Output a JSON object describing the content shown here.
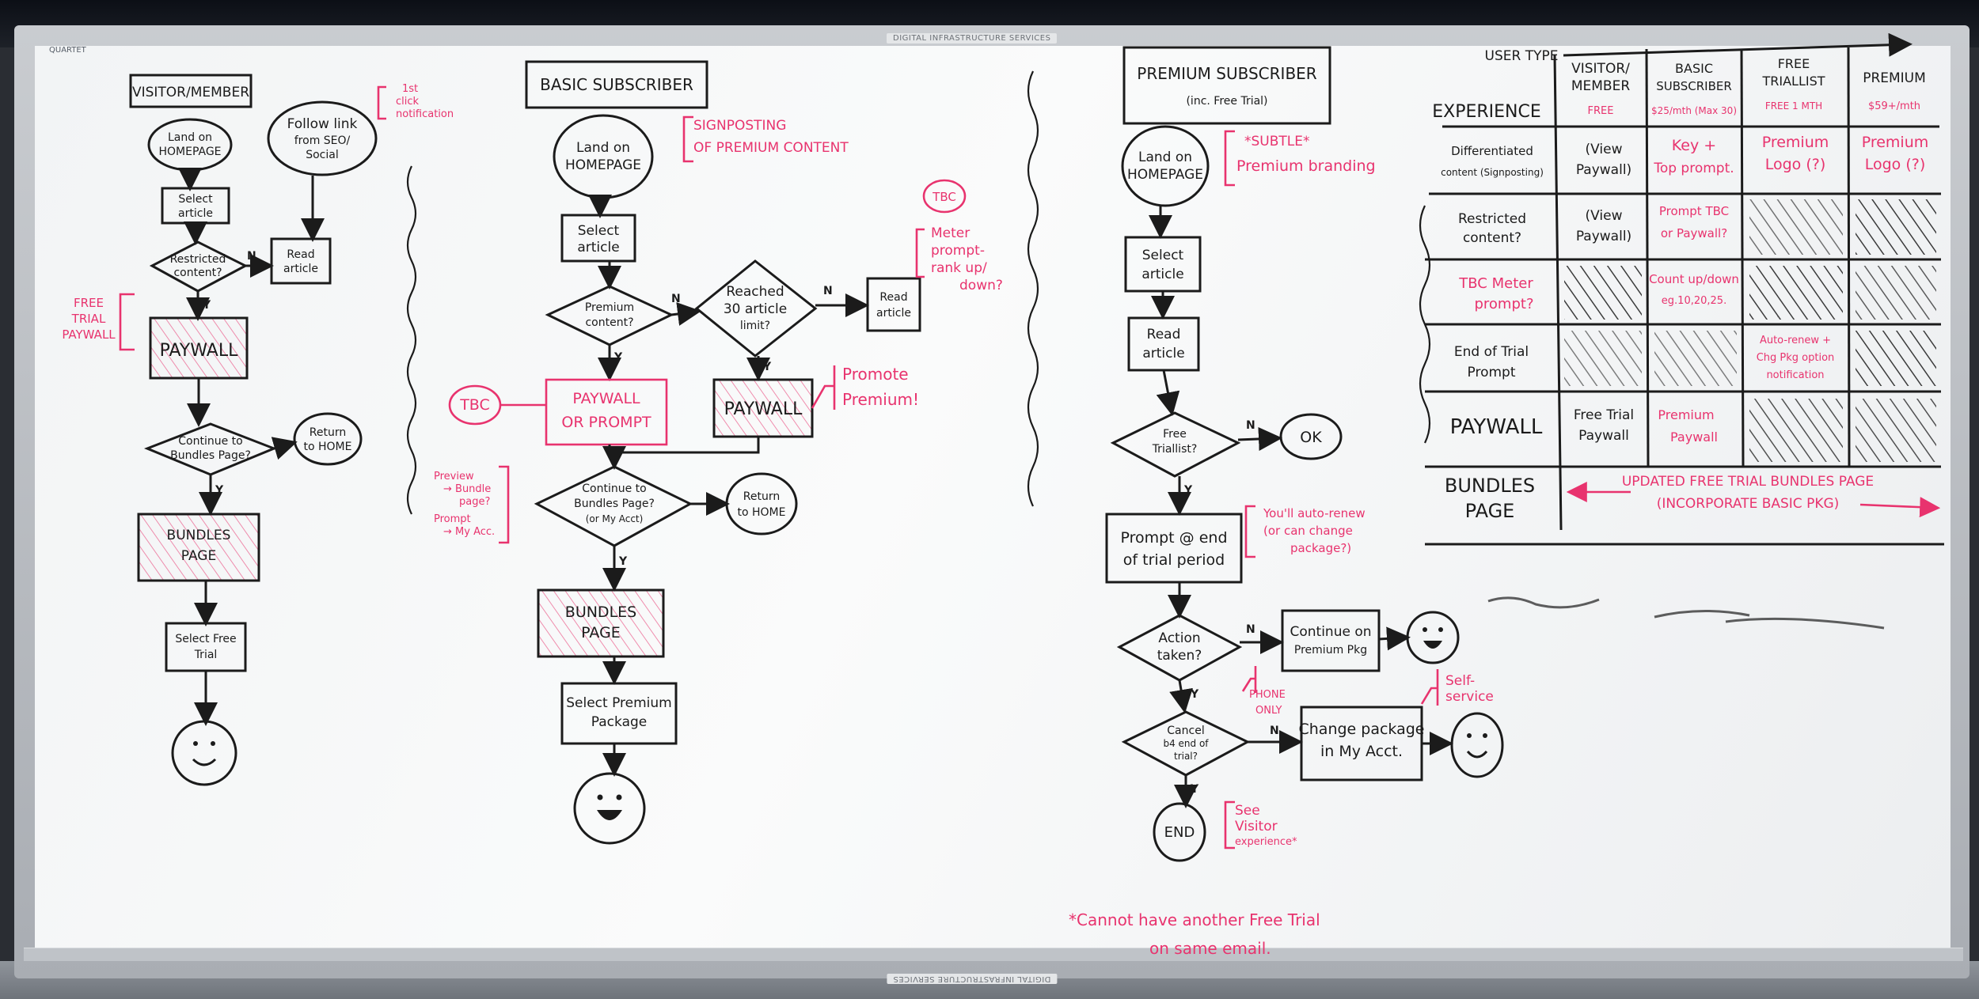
{
  "board": {
    "top_plate": "DIGITAL INFRASTRUCTURE SERVICES",
    "bottom_plate": "DIGITAL INFRASTRUCTURE SERVICES",
    "logo": "QUARTET"
  },
  "visitor": {
    "title": "VISITOR/MEMBER",
    "land_homepage": [
      "Land on",
      "HOMEPAGE"
    ],
    "follow_link": [
      "Follow link",
      "from SEO/",
      "Social"
    ],
    "note_first_click": [
      "1st",
      "click",
      "notification"
    ],
    "select_article": [
      "Select",
      "article"
    ],
    "restricted": [
      "Restricted",
      "content?"
    ],
    "read_article": [
      "Read",
      "article"
    ],
    "free_trial_paywall_note": [
      "FREE",
      "TRIAL",
      "PAYWALL"
    ],
    "paywall": "PAYWALL",
    "continue_bundles": [
      "Continue to",
      "Bundles Page?"
    ],
    "return_home": [
      "Return",
      "to HOME"
    ],
    "bundles_page": [
      "BUNDLES",
      "PAGE"
    ],
    "select_free_trial": [
      "Select Free",
      "Trial"
    ],
    "smiley": "☺",
    "yes": "Y",
    "no": "N"
  },
  "basic": {
    "title": "BASIC SUBSCRIBER",
    "land_homepage": [
      "Land on",
      "HOMEPAGE"
    ],
    "signposting_note": [
      "SIGNPOSTING",
      "OF PREMIUM CONTENT"
    ],
    "select_article": [
      "Select",
      "article"
    ],
    "premium_content": [
      "Premium",
      "content?"
    ],
    "reached_limit": [
      "Reached",
      "30 article",
      "limit?"
    ],
    "read_article": [
      "Read",
      "article"
    ],
    "tbc": "TBC",
    "meter_note": [
      "Meter",
      "prompt-",
      "rank up/",
      "down?"
    ],
    "paywall_or_prompt": [
      "PAYWALL",
      "OR PROMPT"
    ],
    "tbc_left": "TBC",
    "paywall": "PAYWALL",
    "promote_note": [
      "Promote",
      "Premium!"
    ],
    "continue_bundles": [
      "Continue to",
      "Bundles Page?",
      "(or My Acct)"
    ],
    "return_home": [
      "Return",
      "to HOME"
    ],
    "side_note": [
      "Preview",
      "→ Bundle",
      "page?",
      "Prompt",
      "→ My Acc."
    ],
    "bundles_page": [
      "BUNDLES",
      "PAGE"
    ],
    "select_premium": [
      "Select Premium",
      "Package"
    ],
    "smiley": "☺",
    "yes": "Y",
    "no": "N"
  },
  "premium": {
    "title": "PREMIUM SUBSCRIBER",
    "subtitle": "(inc. Free Trial)",
    "land_homepage": [
      "Land on",
      "HOMEPAGE"
    ],
    "subtle_note": [
      "*SUBTLE*",
      "Premium branding"
    ],
    "select_article": [
      "Select",
      "article"
    ],
    "read_article": [
      "Read",
      "article"
    ],
    "free_triallist": [
      "Free",
      "Triallist?"
    ],
    "ok": "OK",
    "prompt_end_trial": [
      "Prompt @ end",
      "of trial period"
    ],
    "auto_renew_note": [
      "You'll auto-renew",
      "(or can change",
      "package?)"
    ],
    "action_taken": [
      "Action",
      "taken?"
    ],
    "continue_premium": [
      "Continue on",
      "Premium Pkg"
    ],
    "phone_only": [
      "PHONE",
      "ONLY"
    ],
    "cancel": [
      "Cancel",
      "b4 end of",
      "trial?"
    ],
    "change_package": [
      "Change package",
      "in My Acct."
    ],
    "self_service": [
      "Self-",
      "service"
    ],
    "end": "END",
    "see_visitor": [
      "See",
      "Visitor",
      "experience*"
    ],
    "footnote": [
      "*Cannot have another Free Trial",
      "on same email."
    ],
    "smiley": "☺",
    "yes": "Y",
    "no": "N"
  },
  "matrix": {
    "user_type_label": "USER TYPE",
    "corner": "EXPERIENCE",
    "columns": [
      {
        "name": [
          "VISITOR/",
          "MEMBER"
        ],
        "price": "FREE"
      },
      {
        "name": [
          "BASIC",
          "SUBSCRIBER"
        ],
        "price": "$25/mth (Max 30)"
      },
      {
        "name": [
          "FREE",
          "TRIALLIST"
        ],
        "price": "FREE 1 MTH"
      },
      {
        "name": [
          "PREMIUM"
        ],
        "price": "$59+/mth"
      }
    ],
    "rows": [
      {
        "label": [
          "Differentiated",
          "content (Signposting)"
        ],
        "cells": [
          {
            "text": [
              "(View",
              "Paywall)"
            ],
            "color": "black"
          },
          {
            "text": [
              "Key +",
              "Top prompt."
            ],
            "color": "pink"
          },
          {
            "text": [
              "Premium",
              "Logo (?)"
            ],
            "color": "pink"
          },
          {
            "text": [
              "Premium",
              "Logo (?)"
            ],
            "color": "pink"
          }
        ]
      },
      {
        "label": [
          "Restricted",
          "content?"
        ],
        "cells": [
          {
            "text": [
              "(View",
              "Paywall)"
            ],
            "color": "black"
          },
          {
            "text": [
              "Prompt TBC",
              "or Paywall?"
            ],
            "color": "pink"
          },
          {
            "text": [],
            "hatch": true
          },
          {
            "text": [],
            "hatch": true
          }
        ]
      },
      {
        "label": [
          "TBC  Meter",
          "prompt?"
        ],
        "color": "pink",
        "cells": [
          {
            "text": [],
            "hatch": true
          },
          {
            "text": [
              "Count up/down",
              "eg.10,20,25."
            ],
            "color": "pink"
          },
          {
            "text": [],
            "hatch": true
          },
          {
            "text": [],
            "hatch": true
          }
        ]
      },
      {
        "label": [
          "End of Trial",
          "Prompt"
        ],
        "cells": [
          {
            "text": [],
            "hatch": true
          },
          {
            "text": [],
            "hatch": true
          },
          {
            "text": [
              "Auto-renew +",
              "Chg Pkg option",
              "notification"
            ],
            "color": "pink"
          },
          {
            "text": [],
            "hatch": true
          }
        ]
      },
      {
        "label": [
          "PAYWALL"
        ],
        "cells": [
          {
            "text": [
              "Free Trial",
              "Paywall"
            ],
            "color": "black"
          },
          {
            "text": [
              "Premium",
              "Paywall"
            ],
            "color": "pink"
          },
          {
            "text": [],
            "hatch": true
          },
          {
            "text": [],
            "hatch": true
          }
        ]
      },
      {
        "label": [
          "BUNDLES",
          "PAGE"
        ],
        "span_text": [
          "UPDATED FREE TRIAL BUNDLES PAGE",
          "(INCORPORATE BASIC PKG)"
        ]
      }
    ]
  },
  "colors": {
    "ink": "#1b1b1b",
    "marker_pink": "#e8336e",
    "board": "#f5f6f7"
  }
}
